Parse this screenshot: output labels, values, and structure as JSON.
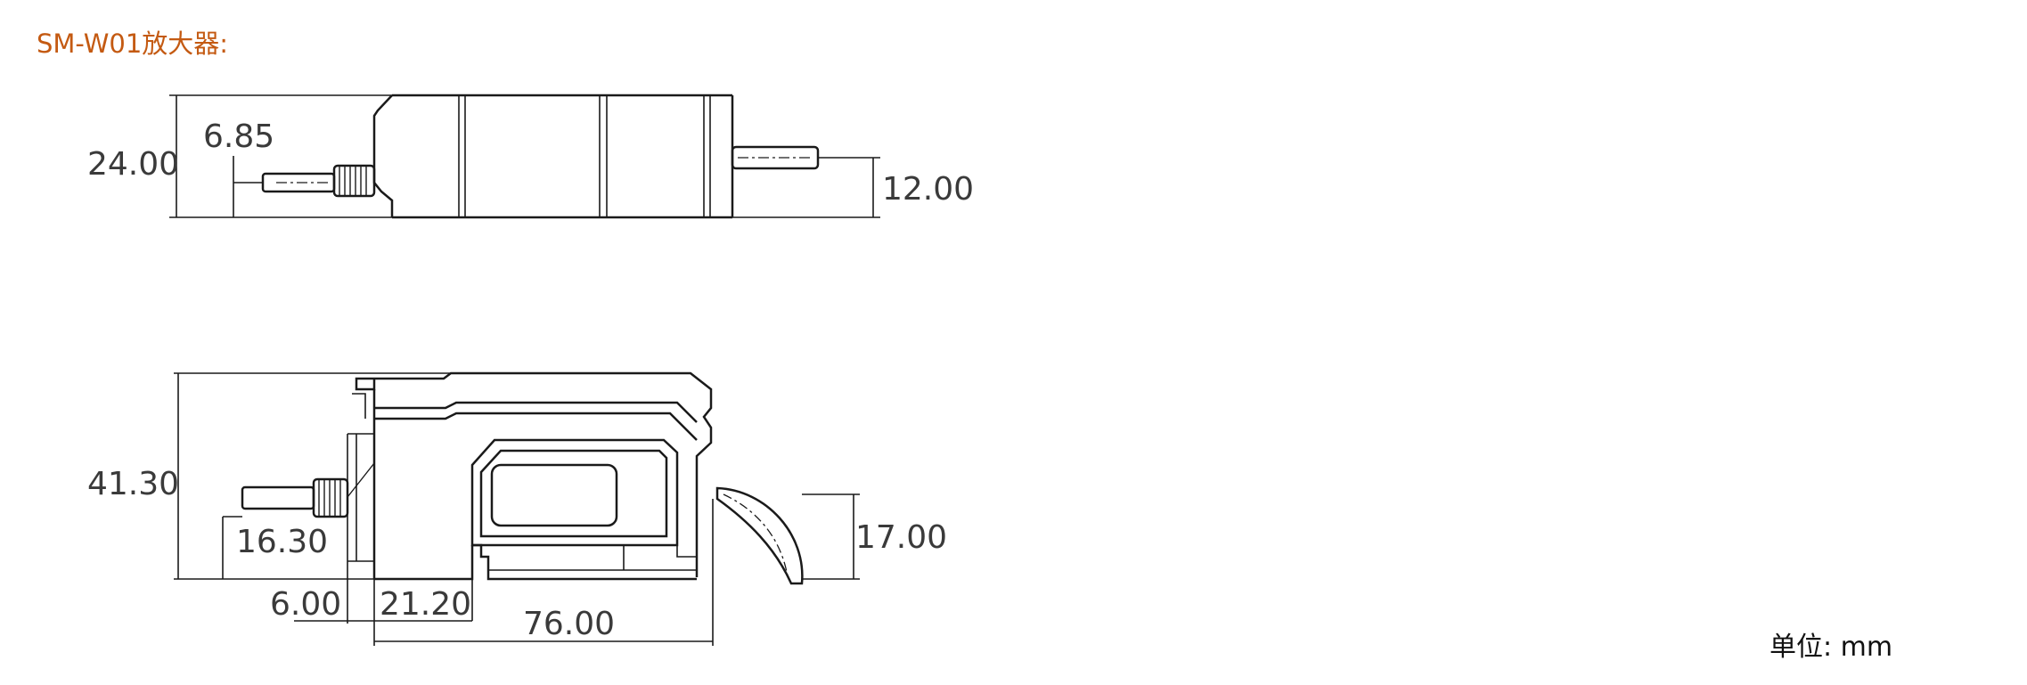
{
  "title": "SM-W01放大器:",
  "unit_label": "单位: mm",
  "colors": {
    "title": "#c45a12",
    "line": "#1a1a1a",
    "text": "#3a3a3a"
  },
  "top_view": {
    "height": "24.00",
    "connector_offset": "6.85",
    "cable_height": "12.00"
  },
  "side_view": {
    "height": "41.30",
    "connector_height": "16.30",
    "rail_height": "17.00",
    "offset": "6.00",
    "rail_width": "21.20",
    "length": "76.00"
  }
}
